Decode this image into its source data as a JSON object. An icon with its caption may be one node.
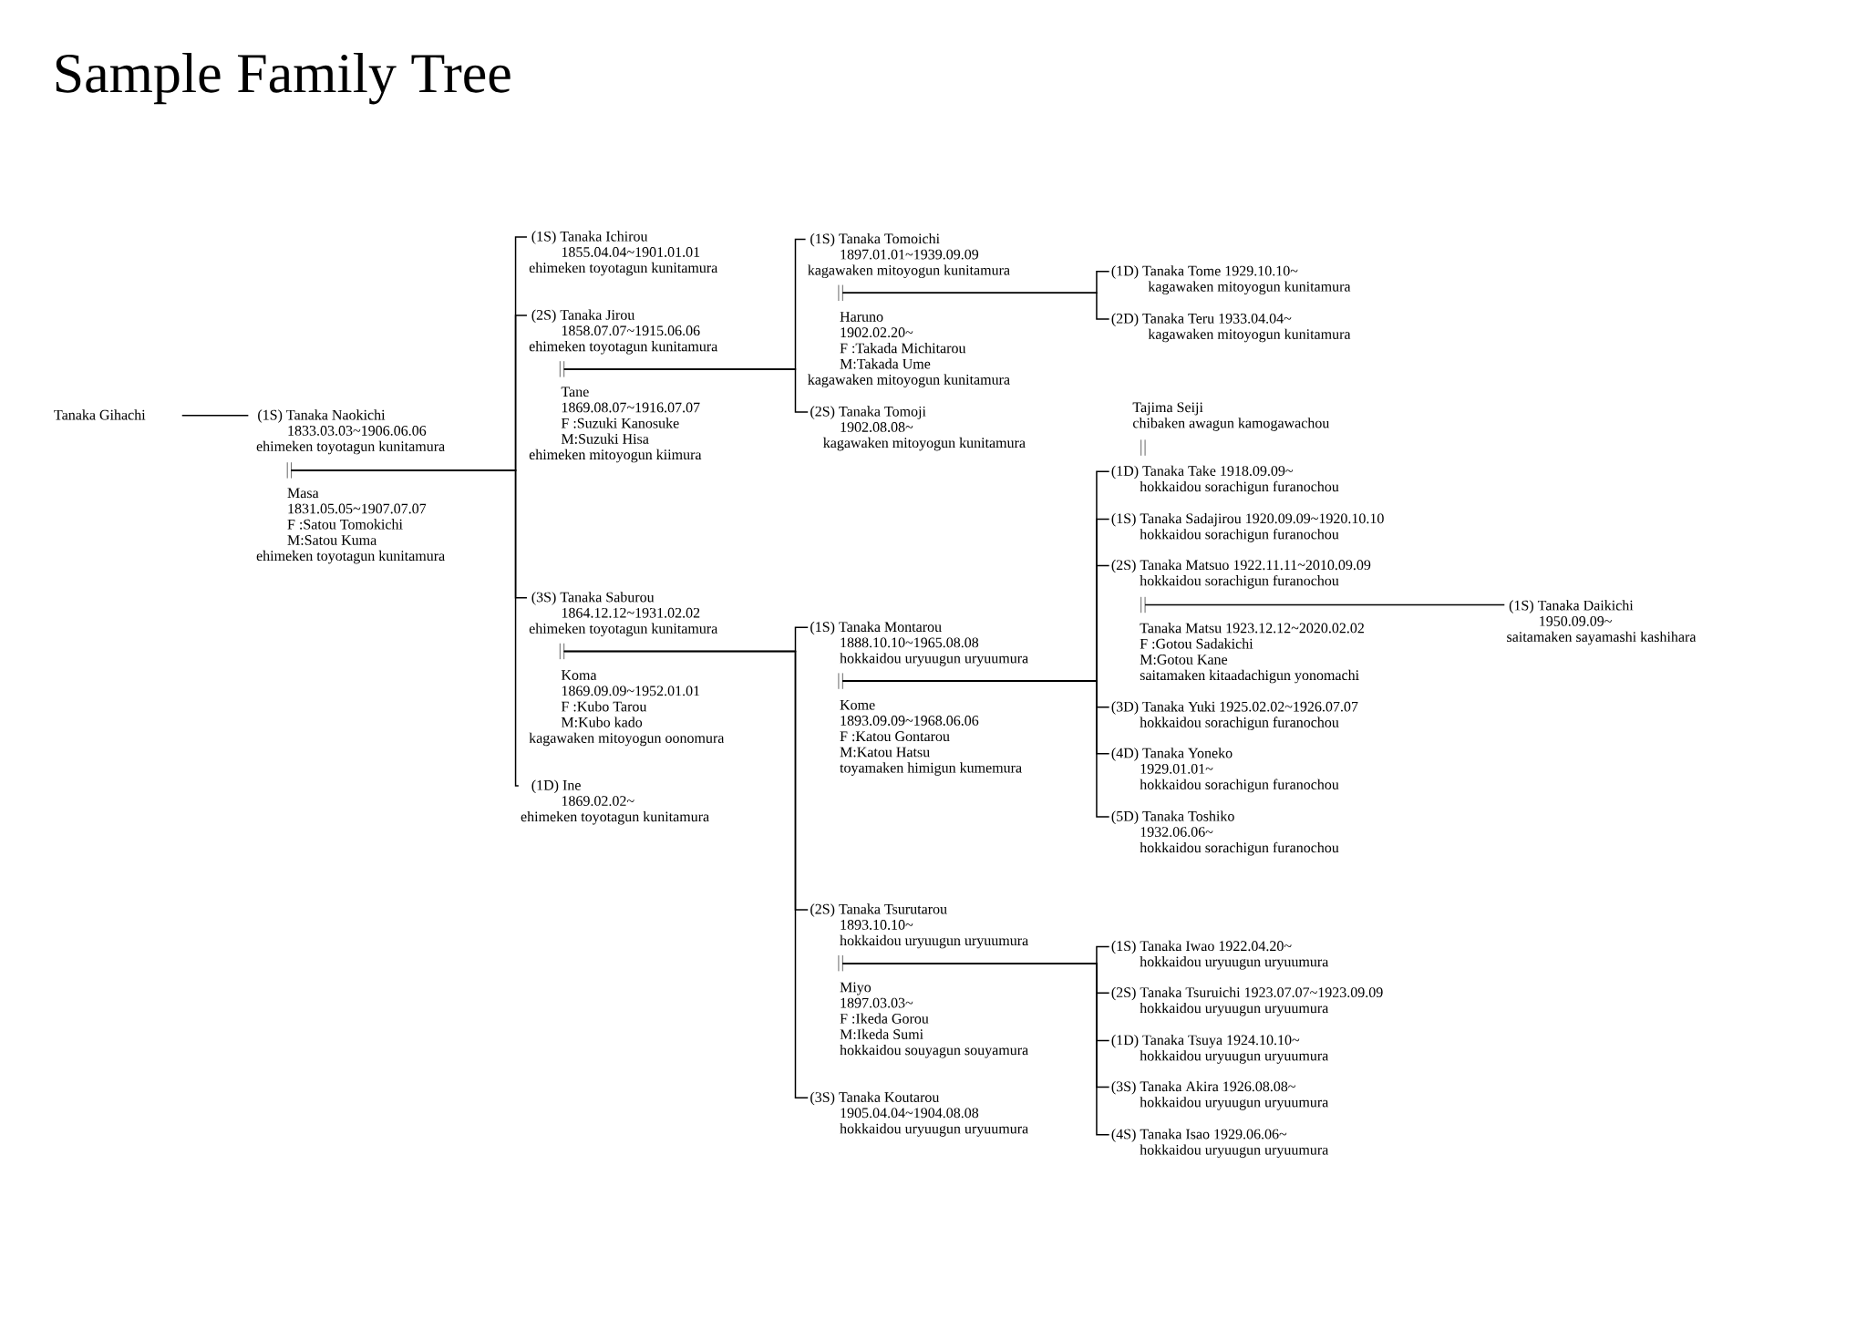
{
  "diagram": {
    "title": "Sample Family Tree",
    "nodes": [
      {
        "text": [
          "Tanaka Gihachi"
        ]
      },
      {
        "text": [
          "(1S) Tanaka Naokichi",
          "1833.03.03~1906.06.06",
          "ehimeken toyotagun kunitamura"
        ]
      },
      {
        "text": [],
        "shape": "bar"
      },
      {
        "text": [
          "Masa",
          "1831.05.05~1907.07.07",
          "F :Satou Tomokichi",
          "M:Satou Kuma",
          "ehimeken toyotagun kunitamura"
        ]
      },
      {
        "text": [
          "(1S) Tanaka Ichirou",
          "1855.04.04~1901.01.01",
          "ehimeken toyotagun kunitamura"
        ]
      },
      {
        "text": [
          "(2S) Tanaka Jirou",
          "1858.07.07~1915.06.06",
          "ehimeken toyotagun kunitamura"
        ]
      },
      {
        "text": [],
        "shape": "bar"
      },
      {
        "text": [
          "Tane",
          "1869.08.07~1916.07.07",
          "F :Suzuki Kanosuke",
          "M:Suzuki Hisa",
          "ehimeken mitoyogun kiimura"
        ]
      },
      {
        "text": [
          "(3S) Tanaka Saburou",
          "1864.12.12~1931.02.02",
          "ehimeken toyotagun kunitamura"
        ]
      },
      {
        "text": [],
        "shape": "bar"
      },
      {
        "text": [
          "Koma",
          "1869.09.09~1952.01.01",
          "F :Kubo Tarou",
          "M:Kubo kado",
          "kagawaken mitoyogun oonomura"
        ]
      },
      {
        "text": [
          "(1D) Ine",
          "1869.02.02~",
          "ehimeken toyotagun kunitamura"
        ]
      },
      {
        "text": [
          "(1S) Tanaka Tomoichi",
          "1897.01.01~1939.09.09",
          "kagawaken mitoyogun kunitamura"
        ]
      },
      {
        "text": [],
        "shape": "bar"
      },
      {
        "text": [
          "Haruno",
          "1902.02.20~",
          "F :Takada Michitarou",
          "M:Takada Ume",
          "kagawaken mitoyogun kunitamura"
        ]
      },
      {
        "text": [
          "(2S) Tanaka Tomoji",
          "1902.08.08~",
          "kagawaken mitoyogun kunitamura"
        ]
      },
      {
        "text": [
          "(1D) Tanaka Tome 1929.10.10~",
          "kagawaken mitoyogun kunitamura"
        ]
      },
      {
        "text": [
          "(2D) Tanaka Teru 1933.04.04~",
          "kagawaken mitoyogun kunitamura"
        ]
      },
      {
        "text": [
          "(1S) Tanaka Montarou",
          "1888.10.10~1965.08.08",
          "hokkaidou uryuugun uryuumura"
        ]
      },
      {
        "text": [],
        "shape": "bar"
      },
      {
        "text": [
          "Kome",
          "1893.09.09~1968.06.06",
          "F :Katou Gontarou",
          "M:Katou Hatsu",
          "toyamaken himigun kumemura"
        ]
      },
      {
        "text": [
          "(2S) Tanaka Tsurutarou",
          "1893.10.10~",
          "hokkaidou uryuugun uryuumura"
        ]
      },
      {
        "text": [],
        "shape": "bar"
      },
      {
        "text": [
          "Miyo",
          "1897.03.03~",
          "F :Ikeda Gorou",
          "M:Ikeda Sumi",
          "hokkaidou souyagun souyamura"
        ]
      },
      {
        "text": [
          "(3S) Tanaka Koutarou",
          "1905.04.04~1904.08.08",
          "hokkaidou uryuugun uryuumura"
        ]
      },
      {
        "text": [
          "Tajima Seiji",
          "chibaken awagun kamogawachou"
        ]
      },
      {
        "text": [],
        "shape": "bar"
      },
      {
        "text": [
          "(1D) Tanaka Take 1918.09.09~",
          "hokkaidou sorachigun furanochou"
        ]
      },
      {
        "text": [
          "(1S) Tanaka Sadajirou 1920.09.09~1920.10.10",
          "hokkaidou sorachigun furanochou"
        ]
      },
      {
        "text": [
          "(2S) Tanaka Matsuo 1922.11.11~2010.09.09",
          "hokkaidou sorachigun furanochou"
        ]
      },
      {
        "text": [],
        "shape": "bar"
      },
      {
        "text": [
          "Tanaka Matsu 1923.12.12~2020.02.02",
          "F :Gotou Sadakichi",
          "M:Gotou Kane",
          "saitamaken kitaadachigun yonomachi"
        ]
      },
      {
        "text": [
          "(3D) Tanaka Yuki 1925.02.02~1926.07.07",
          "hokkaidou sorachigun furanochou"
        ]
      },
      {
        "text": [
          "(4D) Tanaka Yoneko",
          "1929.01.01~",
          "hokkaidou sorachigun furanochou"
        ]
      },
      {
        "text": [
          "(5D) Tanaka Toshiko",
          "1932.06.06~",
          "hokkaidou sorachigun furanochou"
        ]
      },
      {
        "text": [
          "(1S) Tanaka Daikichi",
          "1950.09.09~",
          "saitamaken sayamashi kashihara"
        ]
      },
      {
        "text": [
          "(1S) Tanaka Iwao 1922.04.20~",
          "hokkaidou uryuugun uryuumura"
        ]
      },
      {
        "text": [
          "(2S) Tanaka Tsuruichi 1923.07.07~1923.09.09",
          "hokkaidou uryuugun uryuumura"
        ]
      },
      {
        "text": [
          "(1D) Tanaka Tsuya 1924.10.10~",
          "hokkaidou uryuugun uryuumura"
        ]
      },
      {
        "text": [
          "(3S) Tanaka Akira 1926.08.08~",
          "hokkaidou uryuugun uryuumura"
        ]
      },
      {
        "text": [
          "(4S) Tanaka Isao 1929.06.06~",
          "hokkaidou uryuugun uryuumura"
        ]
      }
    ],
    "edges": [
      {
        "from": 0,
        "to": 1,
        "arrow": "none"
      },
      {
        "from": 2,
        "to": 4,
        "arrow": "none"
      },
      {
        "from": 2,
        "to": 5,
        "arrow": "none"
      },
      {
        "from": 2,
        "to": 8,
        "arrow": "none"
      },
      {
        "from": 2,
        "to": 11,
        "arrow": "none"
      },
      {
        "from": 6,
        "to": 12,
        "arrow": "none"
      },
      {
        "from": 6,
        "to": 15,
        "arrow": "none"
      },
      {
        "from": 13,
        "to": 16,
        "arrow": "none"
      },
      {
        "from": 13,
        "to": 17,
        "arrow": "none"
      },
      {
        "from": 9,
        "to": 18,
        "arrow": "none"
      },
      {
        "from": 9,
        "to": 21,
        "arrow": "none"
      },
      {
        "from": 9,
        "to": 24,
        "arrow": "none"
      },
      {
        "from": 19,
        "to": 27,
        "arrow": "none"
      },
      {
        "from": 19,
        "to": 28,
        "arrow": "none"
      },
      {
        "from": 19,
        "to": 29,
        "arrow": "none"
      },
      {
        "from": 19,
        "to": 32,
        "arrow": "none"
      },
      {
        "from": 19,
        "to": 33,
        "arrow": "none"
      },
      {
        "from": 19,
        "to": 34,
        "arrow": "none"
      },
      {
        "from": 30,
        "to": 35,
        "arrow": "none"
      },
      {
        "from": 22,
        "to": 36,
        "arrow": "none"
      },
      {
        "from": 22,
        "to": 37,
        "arrow": "none"
      },
      {
        "from": 22,
        "to": 38,
        "arrow": "none"
      },
      {
        "from": 22,
        "to": 39,
        "arrow": "none"
      },
      {
        "from": 22,
        "to": 40,
        "arrow": "none"
      }
    ]
  }
}
